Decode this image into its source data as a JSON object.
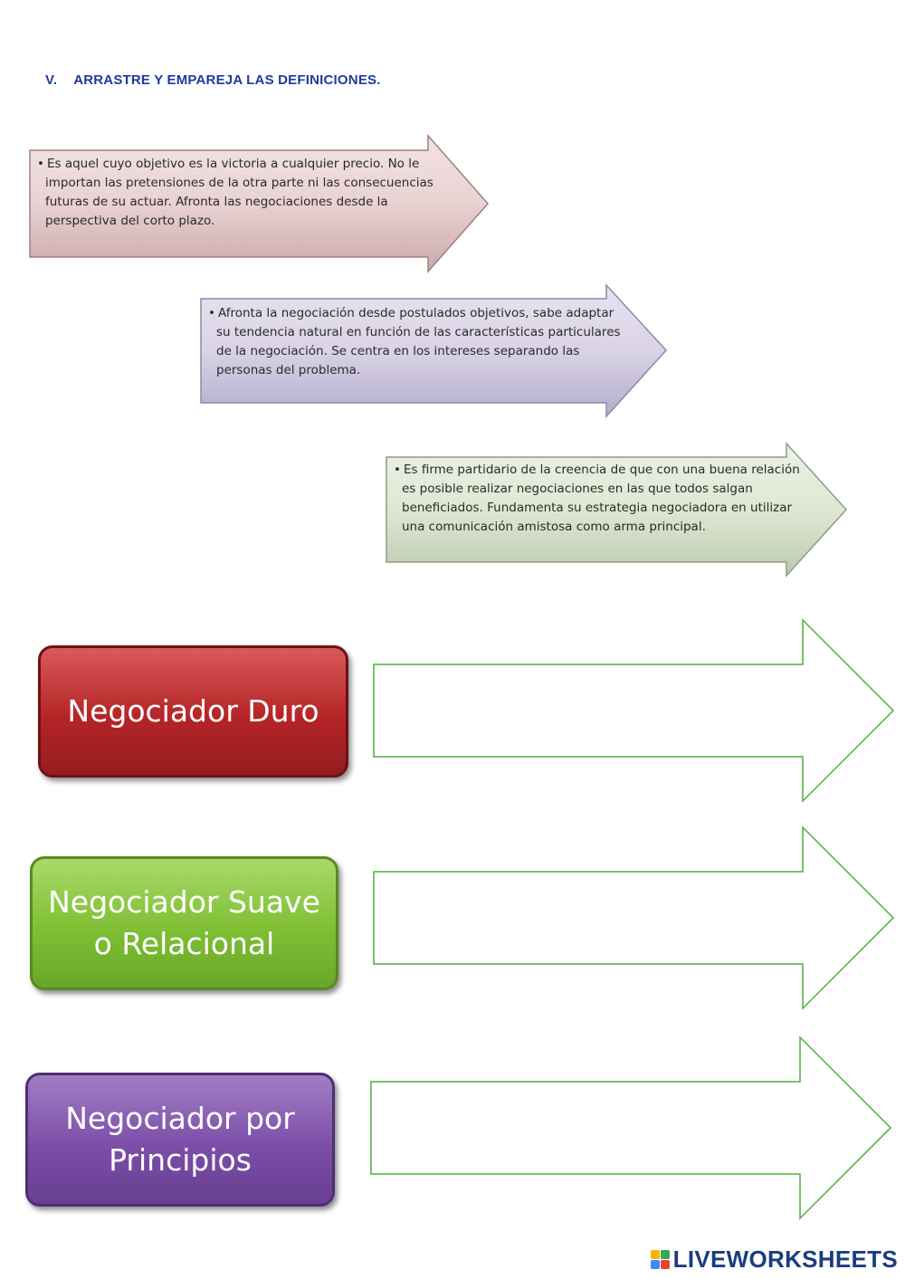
{
  "header": {
    "number": "V.",
    "title": "ARRASTRE Y EMPAREJA LAS DEFINICIONES."
  },
  "definitions": [
    {
      "text": "Es aquel cuyo objetivo es la victoria a cualquier precio. No le importan las pretensiones de la otra parte ni las consecuencias futuras de su actuar. Afronta las negociaciones desde la perspectiva del corto plazo.",
      "color": "#e9d2d2"
    },
    {
      "text": "Afronta la negociación desde postulados objetivos, sabe adaptar su tendencia natural en función de las características particulares de la negociación. Se centra en los intereses separando las personas del problema.",
      "color": "#d9d3e6"
    },
    {
      "text": "Es firme partidario de la creencia de que con una buena relación es posible realizar negociaciones en las que todos salgan beneficiados. Fundamenta su estrategia negociadora en utilizar una comunicación amistosa como arma principal.",
      "color": "#dfe7d3"
    }
  ],
  "categories": [
    {
      "line1": "Negociador Duro",
      "line2": "",
      "color": "#b52427"
    },
    {
      "line1": "Negociador Suave",
      "line2": "o Relacional",
      "color": "#7fbf34"
    },
    {
      "line1": "Negociador por",
      "line2": "Principios",
      "color": "#7b4ea8"
    }
  ],
  "drop_arrow_color": "#4caf3a",
  "brand": {
    "icon": "liveworksheets-logo-icon",
    "name": "LIVEWORKSHEETS"
  }
}
